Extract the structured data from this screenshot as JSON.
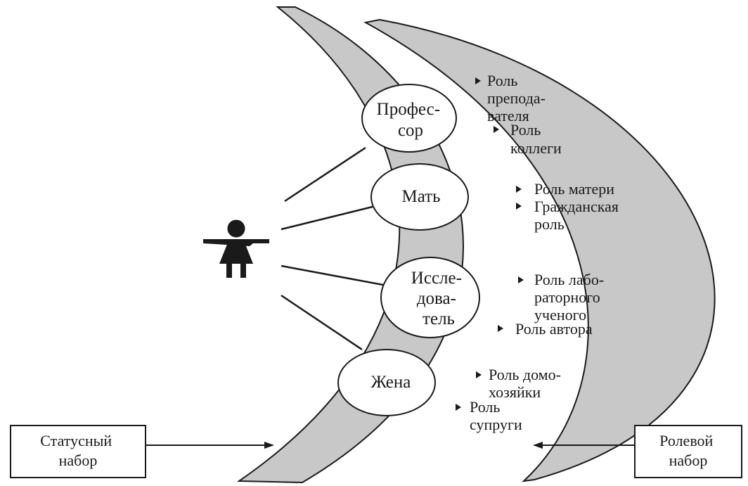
{
  "statuses": [
    {
      "lines": [
        "Профес-",
        "сор"
      ]
    },
    {
      "lines": [
        "Мать"
      ]
    },
    {
      "lines": [
        "Иссле-",
        "дова-",
        "тель"
      ]
    },
    {
      "lines": [
        "Жена"
      ]
    }
  ],
  "roles": [
    {
      "lines": [
        "Роль",
        "препода-",
        "вателя"
      ]
    },
    {
      "lines": [
        "Роль",
        "коллеги"
      ]
    },
    {
      "lines": [
        "Роль матери"
      ]
    },
    {
      "lines": [
        "Гражданская",
        "роль"
      ]
    },
    {
      "lines": [
        "Роль лабо-",
        "раторного",
        "ученого"
      ]
    },
    {
      "lines": [
        "Роль автора"
      ]
    },
    {
      "lines": [
        "Роль домо-",
        "хозяйки"
      ]
    },
    {
      "lines": [
        "Роль",
        "супруги"
      ]
    }
  ],
  "left_box": {
    "lines": [
      "Статусный",
      "набор"
    ]
  },
  "right_box": {
    "lines": [
      "Ролевой",
      "набор"
    ]
  },
  "colors": {
    "crescent_fill": "#c8c8c8",
    "stroke": "#1a1a1a",
    "circle_fill": "#ffffff",
    "background": "#ffffff"
  },
  "icons": {
    "person": "woman-figure-icon",
    "bullet": "triangle-bullet-icon"
  }
}
